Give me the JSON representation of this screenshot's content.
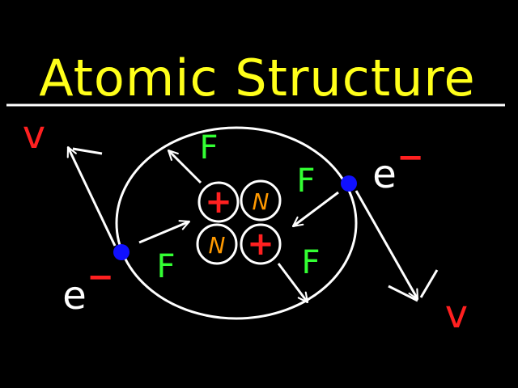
{
  "title": "Atomic Structure",
  "colors": {
    "background": "#000000",
    "title": "#ffff1a",
    "line": "#ffffff",
    "force": "#33ff33",
    "velocity": "#ff2020",
    "proton_sign": "#ff2020",
    "neutron_letter": "#ff9900",
    "electron": "#1010ff"
  },
  "nucleus": {
    "protons": [
      {
        "label": "+"
      },
      {
        "label": "+"
      }
    ],
    "neutrons": [
      {
        "label": "N"
      },
      {
        "label": "N"
      }
    ]
  },
  "electrons": [
    {
      "label": "e",
      "charge": "−"
    },
    {
      "label": "e",
      "charge": "−"
    }
  ],
  "force_labels": [
    "F",
    "F",
    "F",
    "F"
  ],
  "velocity_labels": [
    "v",
    "v"
  ]
}
